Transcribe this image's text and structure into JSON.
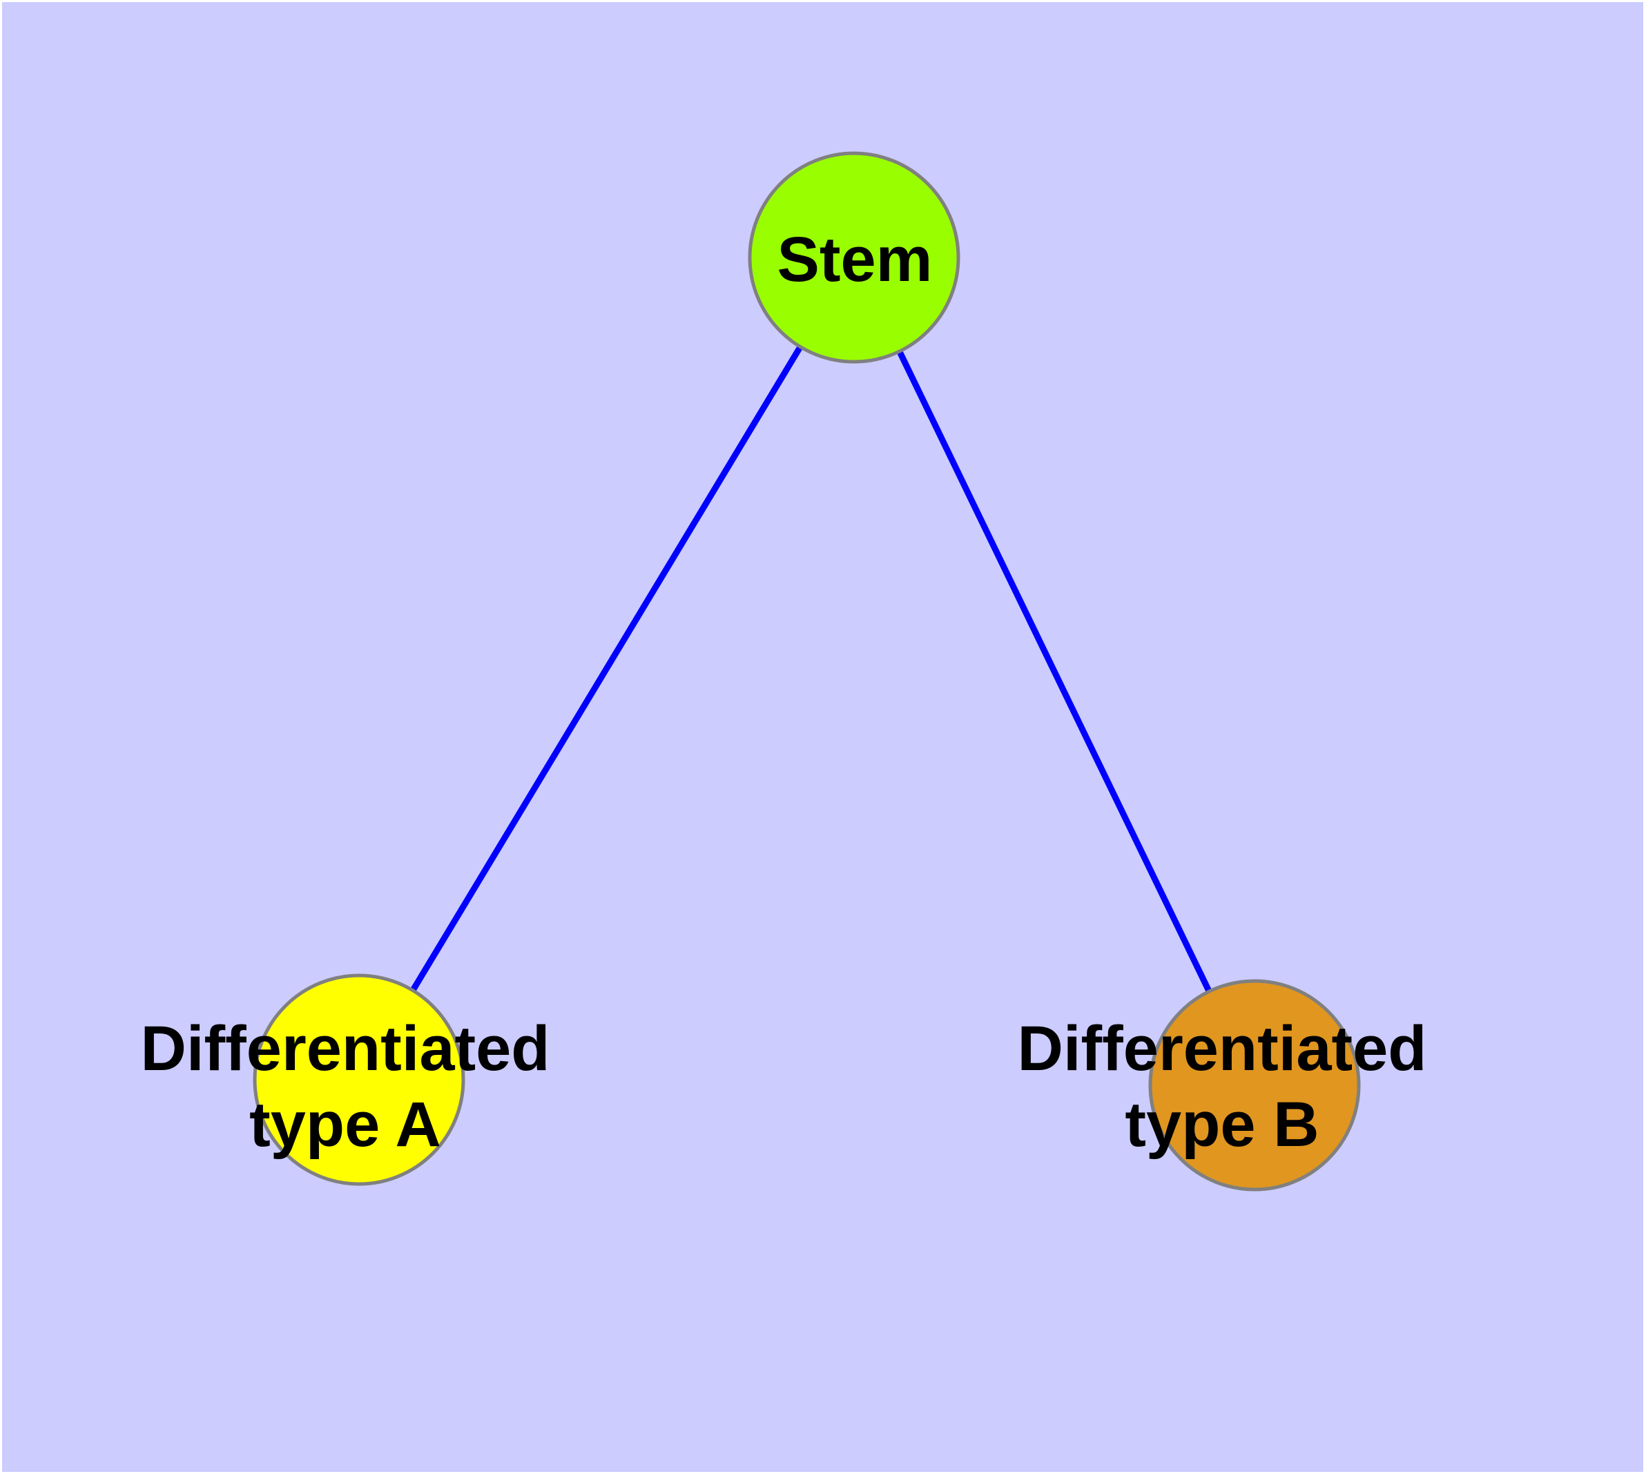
{
  "diagram": {
    "type": "graph",
    "background_color": "#CCCCFF",
    "edge_color": "#0000FF",
    "node_border_color": "#808080",
    "label_color": "#000000",
    "nodes": [
      {
        "id": "stem",
        "label": "Stem",
        "label_line1": "Stem",
        "label_line2": "",
        "fill": "#99FF00"
      },
      {
        "id": "diff-a",
        "label": "Differentiated type A",
        "label_line1": "Differentiated",
        "label_line2": "type A",
        "fill": "#FFFF00"
      },
      {
        "id": "diff-b",
        "label": "Differentiated type B",
        "label_line1": "Differentiated",
        "label_line2": "type B",
        "fill": "#E0961F"
      }
    ],
    "edges": [
      {
        "from": "stem",
        "to": "diff-a"
      },
      {
        "from": "stem",
        "to": "diff-b"
      }
    ]
  }
}
